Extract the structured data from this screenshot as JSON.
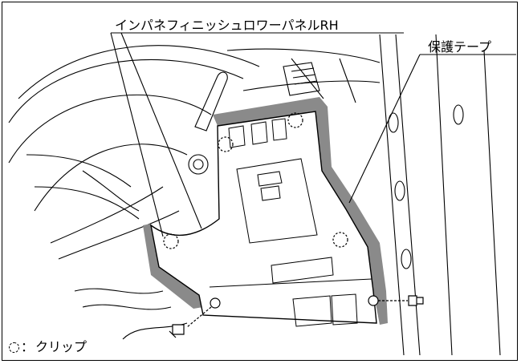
{
  "labels": {
    "panel": "インパネフィニッシュロワーパネルRH",
    "tape": "保護テープ"
  },
  "legend": {
    "separator": "：",
    "text": "クリップ"
  },
  "colors": {
    "line": "#000000",
    "tape_fill": "#8a8a8a",
    "panel_fill": "#ffffff",
    "background": "#ffffff"
  },
  "icons": [
    "clip-marker-icon",
    "bolt-icon"
  ]
}
